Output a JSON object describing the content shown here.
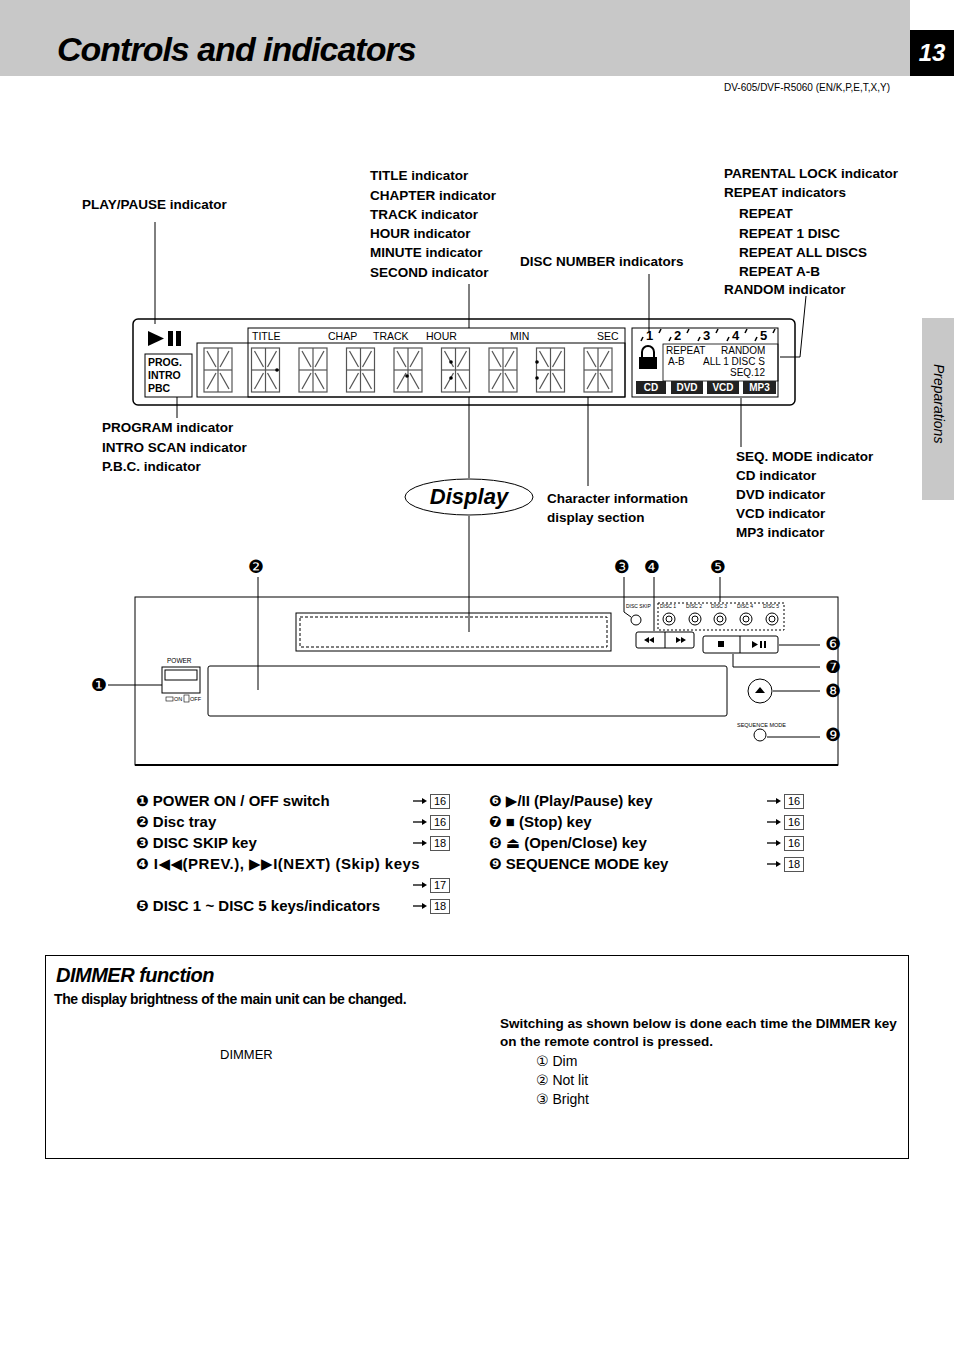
{
  "diagram": {
    "title": "Controls and indicators",
    "nodes": [
      {
        "text": [
          "13"
        ]
      },
      {
        "text": [
          "Preparations"
        ]
      },
      {
        "text": [
          "Display"
        ]
      },
      {
        "text": [
          "CD"
        ]
      },
      {
        "text": [
          "DVD"
        ]
      },
      {
        "text": [
          "VCD"
        ]
      },
      {
        "text": [
          "MP3"
        ]
      },
      {
        "text": [
          "DIMMER function",
          "The display brightness of the main unit can be changed.",
          "Switching as shown below is done each time the DIMMER key on the remote control is pressed."
        ]
      }
    ],
    "labels": [
      "DV-605/DVF-R5060 (EN/K,P,E,T,X,Y)",
      "PLAY/PAUSE indicator",
      "TITLE indicator",
      "CHAPTER indicator",
      "TRACK indicator",
      "HOUR indicator",
      "MINUTE indicator",
      "SECOND indicator",
      "DISC NUMBER indicators",
      "PARENTAL LOCK indicator",
      "REPEAT indicators",
      "REPEAT",
      "REPEAT 1 DISC",
      "REPEAT ALL DISCS",
      "REPEAT A-B",
      "RANDOM indicator",
      "PROGRAM indicator",
      "INTRO SCAN indicator",
      "P.B.C. indicator",
      "Character information display section",
      "SEQ. MODE indicator",
      "CD indicator",
      "DVD indicator",
      "VCD indicator",
      "MP3 indicator",
      "PROG.",
      "INTRO",
      "PBC",
      "TITLE",
      "CHAP",
      "TRACK",
      "HOUR",
      "MIN",
      "SEC",
      "1",
      "2",
      "3",
      "4",
      "5",
      "REPEAT",
      "RANDOM",
      "A-B",
      "ALL 1 DISC S",
      "SEQ.12",
      "POWER",
      "ON",
      "OFF",
      "DISC SKIP",
      "DISC 1",
      "DISC 2",
      "DISC 3",
      "DISC 4",
      "DISC 5",
      "SEQUENCE MODE",
      "❶",
      "❷",
      "❸",
      "❹",
      "❺",
      "❻",
      "❼",
      "❽",
      "❾",
      "❶ POWER ON / OFF switch",
      "16",
      "❷ Disc tray",
      "16",
      "❸ DISC SKIP key",
      "18",
      "❹ I◀◀(PREV.), ▶▶I(NEXT) (Skip) keys",
      "17",
      "❺ DISC 1 ~ DISC 5 keys/indicators",
      "18",
      "❻ ▶/II (Play/Pause) key",
      "16",
      "❼ ■ (Stop) key",
      "16",
      "❽ ⏏ (Open/Close) key",
      "16",
      "❾ SEQUENCE MODE key",
      "18",
      "DIMMER",
      "① Dim",
      "② Not lit",
      "③ Bright"
    ]
  }
}
